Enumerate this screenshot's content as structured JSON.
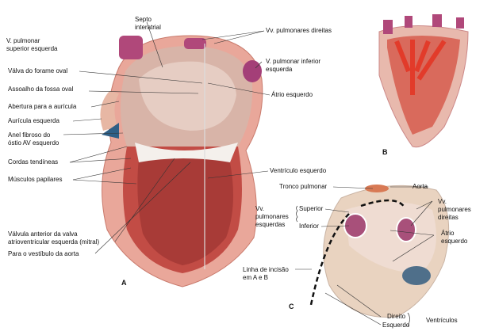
{
  "figure_a": {
    "letter": "A",
    "labels": {
      "septo_1": "Septo",
      "septo_2": "interatrial",
      "vpse_1": "V. pulmonar",
      "vpse_2": "superior esquerda",
      "valva_forame": "Válva do forame oval",
      "assoalho": "Assoalho da fossa oval",
      "abertura": "Abertura para a aurícula",
      "auricula": "Aurícula esquerda",
      "anel_1": "Anel fibroso do",
      "anel_2": "óstio AV esquerdo",
      "cordas": "Cordas tendíneas",
      "musculos": "Músculos papilares",
      "valvula_1": "Válvula anterior da valva",
      "valvula_2": "atrioventricular esquerda (mitral)",
      "vestibulo": "Para o vestíbulo da aorta",
      "vv_direitas": "Vv. pulmonares direitas",
      "vpie_1": "V. pulmonar inferior",
      "vpie_2": "esquerda",
      "atrio": "Átrio esquerdo",
      "ventriculo": "Ventrículo esquerdo"
    }
  },
  "figure_b": {
    "letter": "B"
  },
  "figure_c": {
    "letter": "C",
    "labels": {
      "tronco": "Tronco pulmonar",
      "aorta": "Aorta",
      "vv_esq_1": "Vv.",
      "vv_esq_2": "pulmonares",
      "vv_esq_3": "esquerdas",
      "superior": "Superior",
      "inferior": "Inferior",
      "vv_dir_1": "Vv.",
      "vv_dir_2": "pulmonares",
      "vv_dir_3": "direitas",
      "atrio_1": "Átrio",
      "atrio_2": "esquerdo",
      "linha_1": "Linha de incisão",
      "linha_2": "em A e B",
      "direito": "Direito",
      "esquerdo": "Esquerdo",
      "ventriculos": "Ventrículos"
    }
  }
}
